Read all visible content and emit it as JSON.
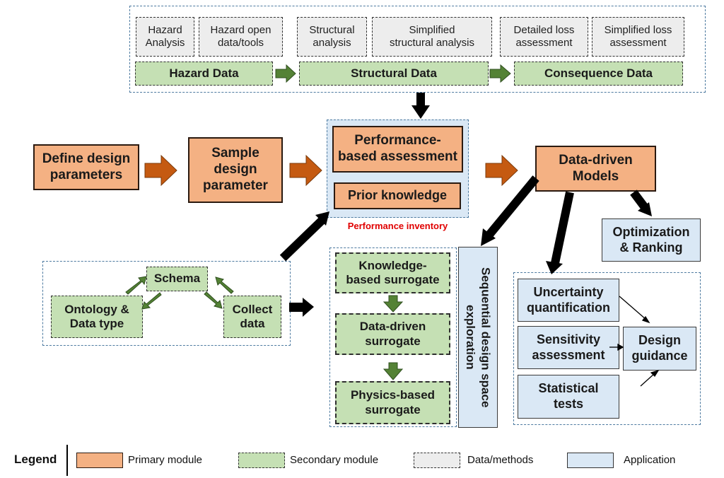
{
  "top_group": {
    "methods": [
      {
        "id": "hazard-analysis",
        "label": "Hazard\nAnalysis"
      },
      {
        "id": "hazard-open-data",
        "label": "Hazard open\ndata/tools"
      },
      {
        "id": "structural-analysis",
        "label": "Structural\nanalysis"
      },
      {
        "id": "simplified-structural-analysis",
        "label": "Simplified\nstructural analysis"
      },
      {
        "id": "detailed-loss-assessment",
        "label": "Detailed loss\nassessment"
      },
      {
        "id": "simplified-loss-assessment",
        "label": "Simplified loss\nassessment"
      }
    ],
    "data": [
      {
        "id": "hazard-data",
        "label": "Hazard Data"
      },
      {
        "id": "structural-data",
        "label": "Structural Data"
      },
      {
        "id": "consequence-data",
        "label": "Consequence Data"
      }
    ]
  },
  "primary": {
    "define": "Define design\nparameters",
    "sample": "Sample\ndesign\nparameter",
    "performance": "Performance-\nbased assessment",
    "prior": "Prior knowledge",
    "models": "Data-driven\nModels"
  },
  "performance_inventory_label": "Performance inventory",
  "data_collection": {
    "schema": "Schema",
    "ontology": "Ontology &\nData type",
    "collect": "Collect\ndata"
  },
  "surrogates": {
    "knowledge": "Knowledge-\nbased surrogate",
    "data_driven": "Data-driven\nsurrogate",
    "physics": "Physics-based\nsurrogate",
    "sequential": "Sequential design space\nexploration"
  },
  "applications": {
    "optimization": "Optimization\n& Ranking",
    "uncertainty": "Uncertainty\nquantification",
    "sensitivity": "Sensitivity\nassessment",
    "statistical": "Statistical\ntests",
    "guidance": "Design\nguidance"
  },
  "legend": {
    "title": "Legend",
    "items": [
      {
        "label": "Primary module"
      },
      {
        "label": "Secondary module"
      },
      {
        "label": "Data/methods"
      },
      {
        "label": "Application"
      }
    ]
  },
  "colors": {
    "primary_fill": "#f4b183",
    "secondary_fill": "#c5e0b4",
    "methods_fill": "#ededed",
    "application_fill": "#dae8f5",
    "orange_arrow": "#c55a11",
    "green_arrow": "#548235",
    "inventory_label": "#e00000"
  }
}
